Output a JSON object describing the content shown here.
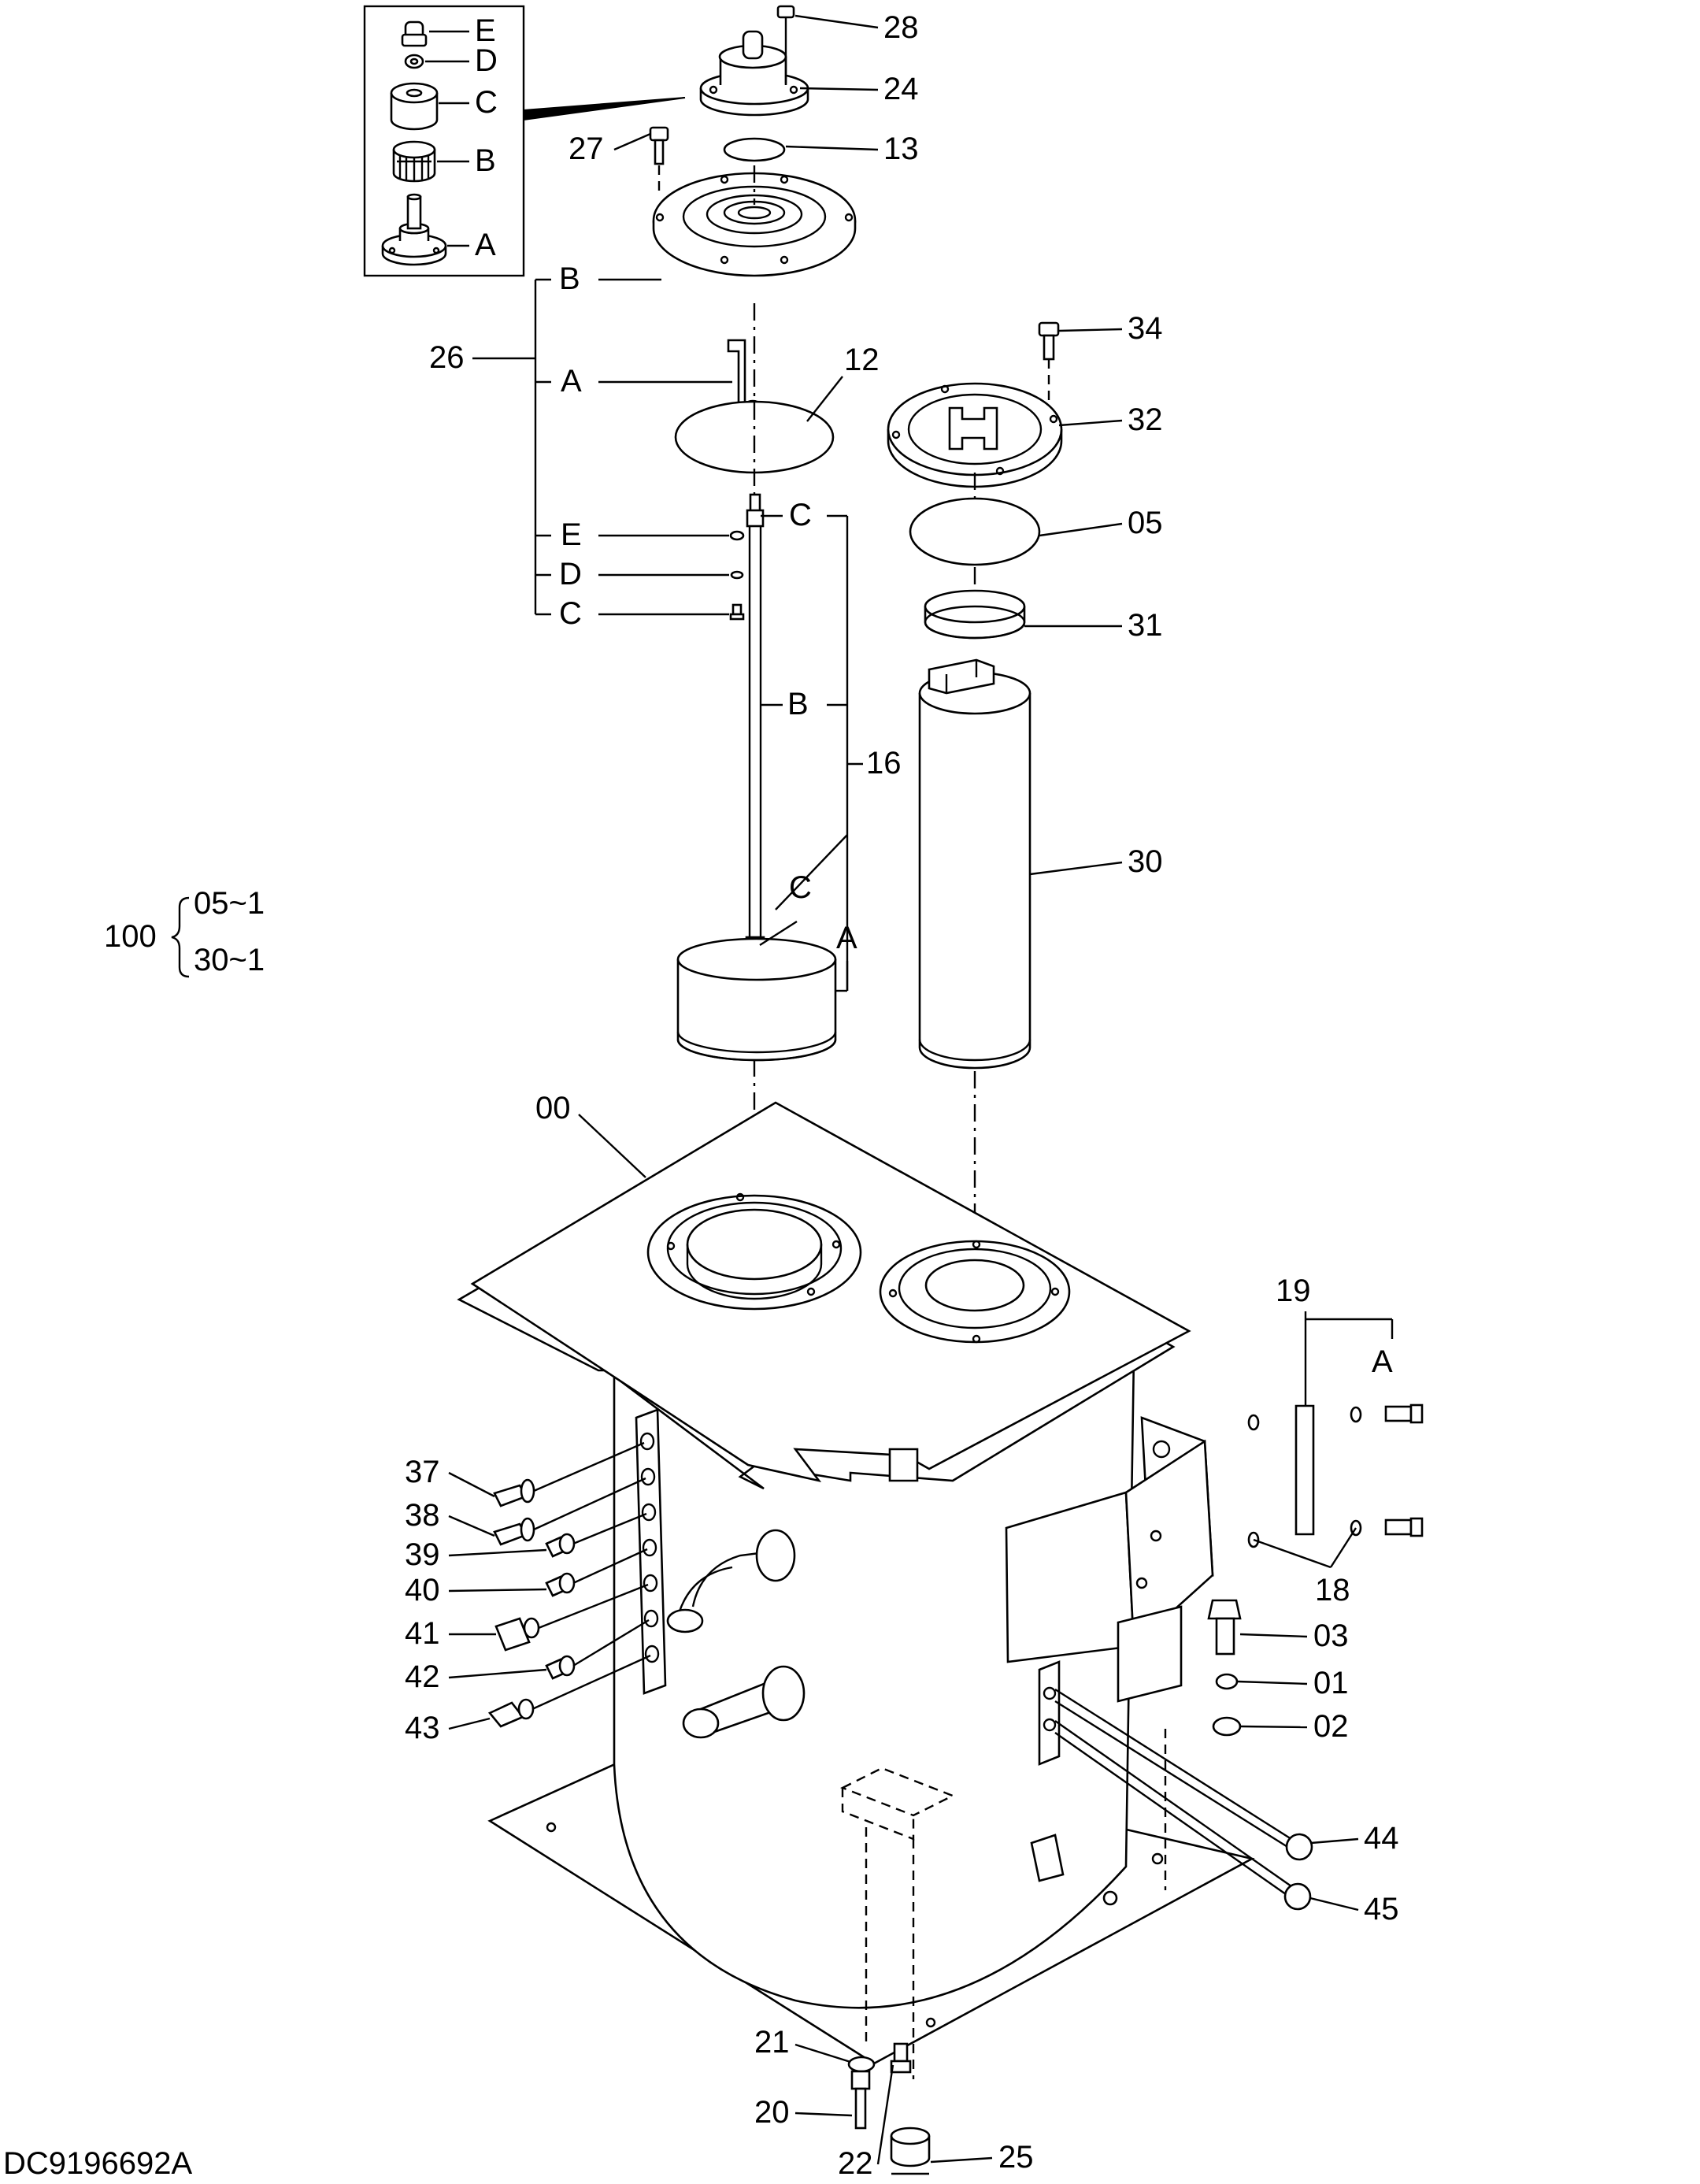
{
  "drawing_id": "DC9196692A",
  "inset": {
    "labels": [
      "E",
      "D",
      "C",
      "B",
      "A"
    ]
  },
  "part_numbers": {
    "p28": "28",
    "p24": "24",
    "p13": "13",
    "p27": "27",
    "p26": "26",
    "p12": "12",
    "p16": "16",
    "p34": "34",
    "p32": "32",
    "p05": "05",
    "p31": "31",
    "p30": "30",
    "p00": "00",
    "p19": "19",
    "p18": "18",
    "p03": "03",
    "p01": "01",
    "p02": "02",
    "p44": "44",
    "p45": "45",
    "p37": "37",
    "p38": "38",
    "p39": "39",
    "p40": "40",
    "p41": "41",
    "p42": "42",
    "p43": "43",
    "p21": "21",
    "p20": "20",
    "p22": "22",
    "p25": "25"
  },
  "group_26": {
    "B": "B",
    "A": "A",
    "E": "E",
    "D": "D",
    "C": "C"
  },
  "group_16": {
    "C_top": "C",
    "B": "B",
    "C_low": "C",
    "A": "A"
  },
  "group_19": {
    "A": "A"
  },
  "kit_100": {
    "number": "100",
    "line1": "05~1",
    "line2": "30~1"
  }
}
